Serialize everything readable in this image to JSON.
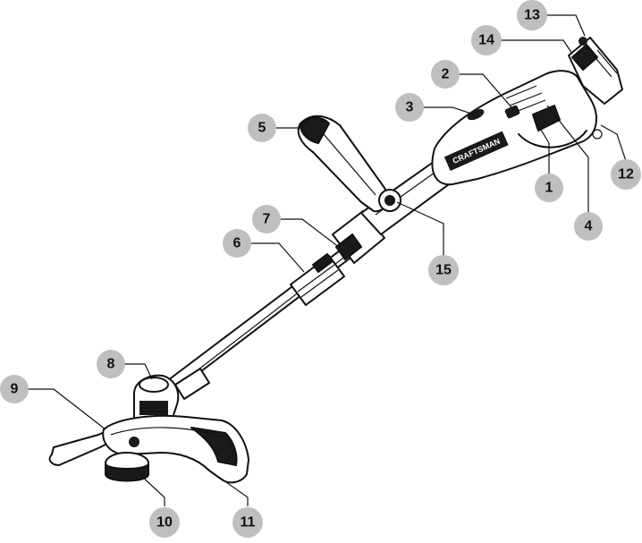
{
  "callouts": [
    {
      "id": "1",
      "label": "1"
    },
    {
      "id": "2",
      "label": "2"
    },
    {
      "id": "3",
      "label": "3"
    },
    {
      "id": "4",
      "label": "4"
    },
    {
      "id": "5",
      "label": "5"
    },
    {
      "id": "6",
      "label": "6"
    },
    {
      "id": "7",
      "label": "7"
    },
    {
      "id": "8",
      "label": "8"
    },
    {
      "id": "9",
      "label": "9"
    },
    {
      "id": "10",
      "label": "10"
    },
    {
      "id": "11",
      "label": "11"
    },
    {
      "id": "12",
      "label": "12"
    },
    {
      "id": "13",
      "label": "13"
    },
    {
      "id": "14",
      "label": "14"
    },
    {
      "id": "15",
      "label": "15"
    }
  ],
  "brand_text": "CRAFTSMAN",
  "colors": {
    "ink": "#111111",
    "callout_fill": "#bfbfbf",
    "shading": "#d9d9d9",
    "background": "#ffffff"
  }
}
